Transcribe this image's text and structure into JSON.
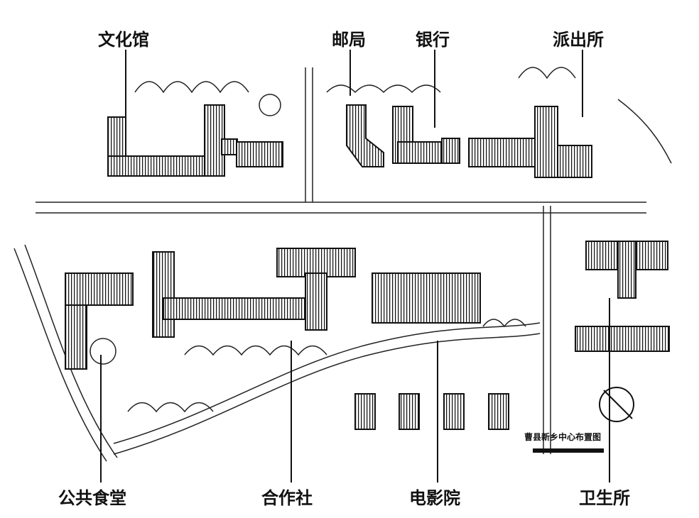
{
  "labels": {
    "cultural_center": "文化馆",
    "post_office": "邮局",
    "bank": "银行",
    "police_station": "派出所",
    "public_canteen": "公共食堂",
    "cooperative": "合作社",
    "cinema": "电影院",
    "clinic": "卫生所"
  },
  "map_title": "曹县新乡中心布置图"
}
